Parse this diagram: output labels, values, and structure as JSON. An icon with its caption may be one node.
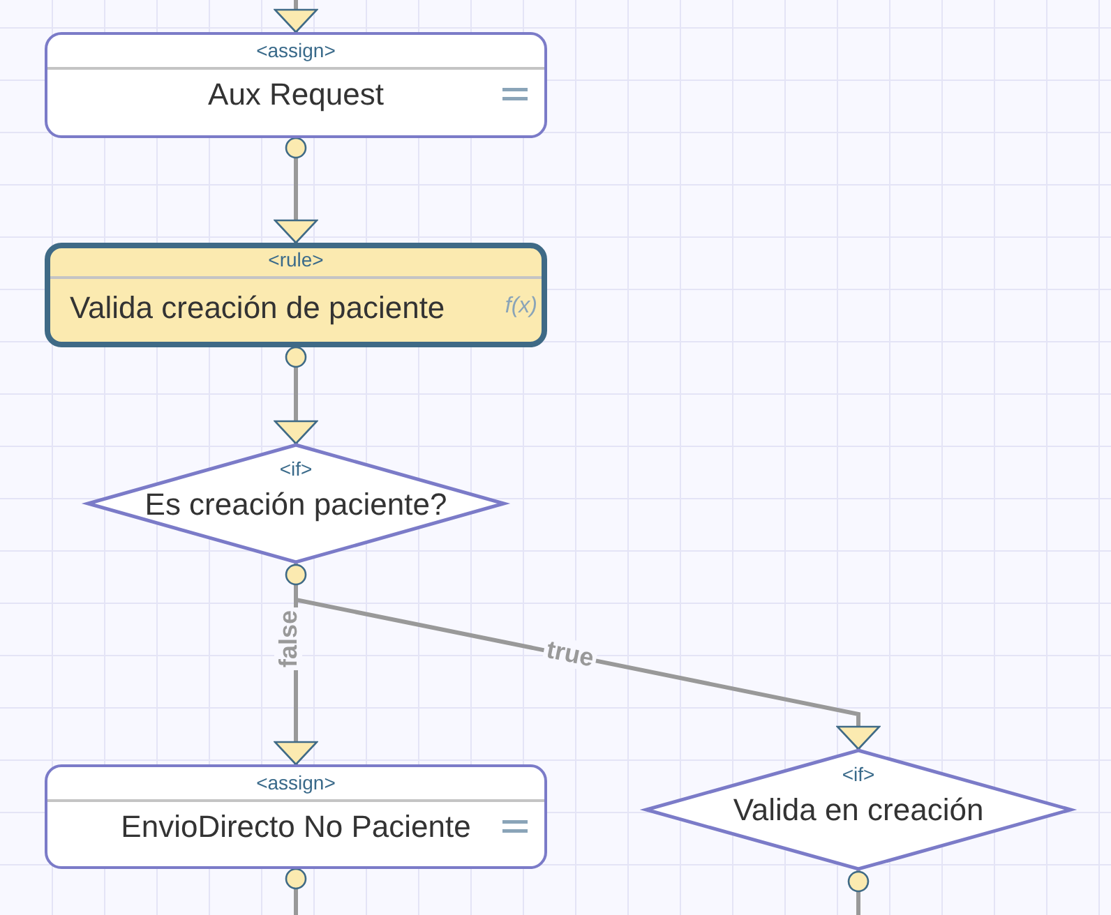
{
  "diagram": {
    "nodes": [
      {
        "text": [
          "<assign>",
          "Aux Request"
        ]
      },
      {
        "text": [
          "<rule>",
          "Valida creación de paciente",
          "f(x)"
        ]
      },
      {
        "text": [
          "<if>",
          "Es creación paciente?"
        ]
      },
      {
        "text": [
          "<assign>",
          "EnvioDirecto No Paciente"
        ]
      },
      {
        "text": [
          "<if>",
          "Valida en creación"
        ]
      }
    ],
    "edges": [
      {
        "from": null,
        "to": 0,
        "arrow": "to"
      },
      {
        "from": 0,
        "to": 1,
        "arrow": "to"
      },
      {
        "from": 1,
        "to": 2,
        "arrow": "to"
      },
      {
        "from": 2,
        "to": 3,
        "arrow": "to",
        "label": "false"
      },
      {
        "from": 2,
        "to": 4,
        "arrow": "to",
        "label": "true"
      },
      {
        "from": 3,
        "to": null,
        "arrow": "none"
      },
      {
        "from": 4,
        "to": null,
        "arrow": "none"
      }
    ]
  }
}
